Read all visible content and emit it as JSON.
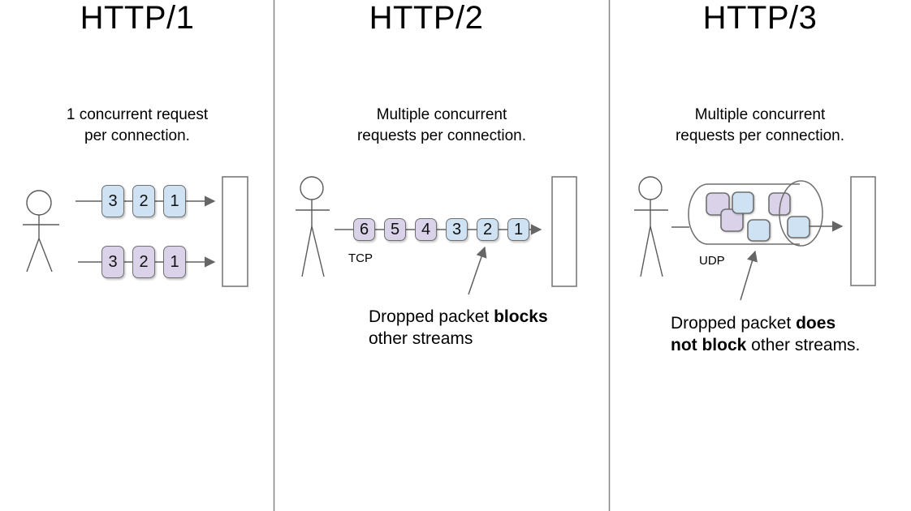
{
  "colors": {
    "packet_blue": "#cfe2f3",
    "packet_purple": "#d9d2e9",
    "packet_border": "#707070",
    "line": "#666666",
    "divider": "#858585"
  },
  "columns": [
    {
      "id": "http1",
      "title": "HTTP/1",
      "subtitle": "1 concurrent request\nper connection.",
      "rows": [
        {
          "packets": [
            {
              "label": "3",
              "color": "blue"
            },
            {
              "label": "2",
              "color": "blue"
            },
            {
              "label": "1",
              "color": "blue"
            }
          ]
        },
        {
          "packets": [
            {
              "label": "3",
              "color": "purple"
            },
            {
              "label": "2",
              "color": "purple"
            },
            {
              "label": "1",
              "color": "purple"
            }
          ]
        }
      ]
    },
    {
      "id": "http2",
      "title": "HTTP/2",
      "subtitle": "Multiple concurrent\nrequests per connection.",
      "protocol_label": "TCP",
      "packets": [
        {
          "label": "6",
          "color": "purple"
        },
        {
          "label": "5",
          "color": "purple"
        },
        {
          "label": "4",
          "color": "purple"
        },
        {
          "label": "3",
          "color": "blue"
        },
        {
          "label": "2",
          "color": "blue"
        },
        {
          "label": "1",
          "color": "blue"
        }
      ],
      "annotation": {
        "prefix": "Dropped packet ",
        "bold": "blocks",
        "suffix": " other streams"
      }
    },
    {
      "id": "http3",
      "title": "HTTP/3",
      "subtitle": "Multiple concurrent\nrequests per connection.",
      "protocol_label": "UDP",
      "packets": [
        {
          "color": "purple"
        },
        {
          "color": "purple"
        },
        {
          "color": "blue"
        },
        {
          "color": "blue"
        },
        {
          "color": "purple"
        },
        {
          "color": "blue"
        }
      ],
      "annotation": {
        "prefix": "Dropped packet ",
        "bold": "does not block",
        "suffix": " other streams."
      }
    }
  ]
}
